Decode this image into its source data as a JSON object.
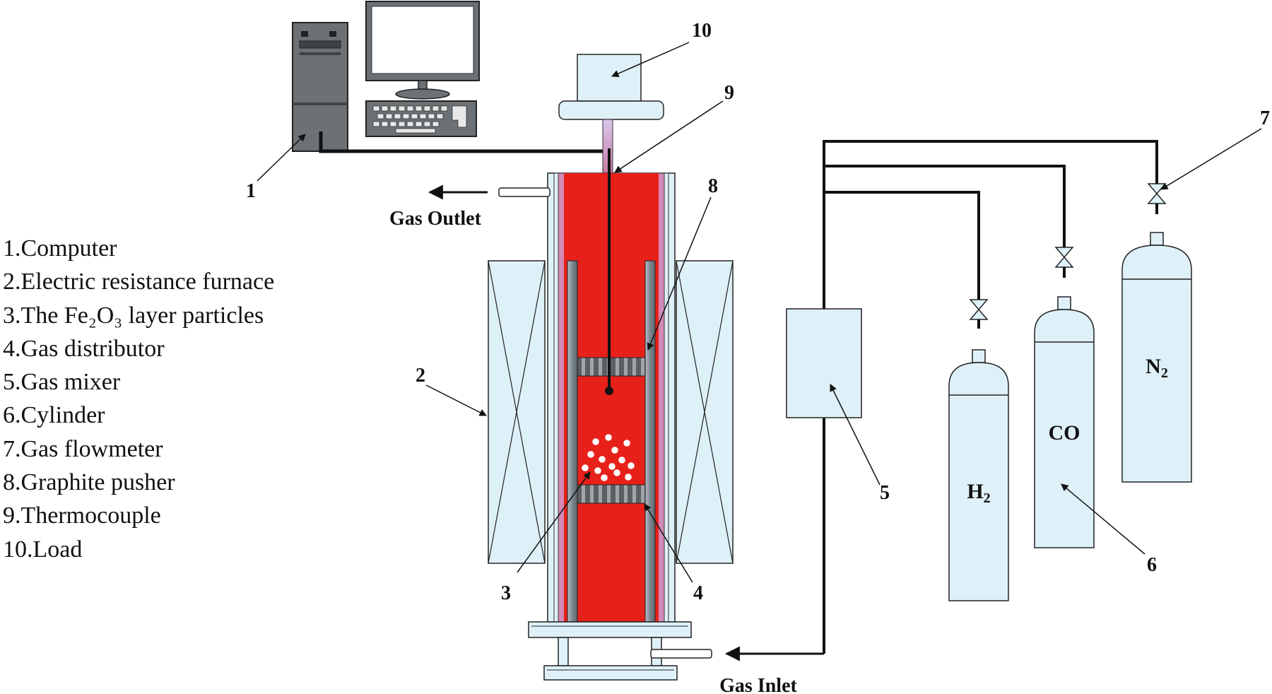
{
  "legend": [
    {
      "num": "1.",
      "text": "Computer"
    },
    {
      "num": "2.",
      "text": "Electric resistance furnace"
    },
    {
      "num": "3.",
      "text": "The Fe₂O₃ layer particles"
    },
    {
      "num": "4.",
      "text": "Gas distributor"
    },
    {
      "num": "5.",
      "text": "Gas mixer"
    },
    {
      "num": "6.",
      "text": "Cylinder"
    },
    {
      "num": "7.",
      "text": "Gas flowmeter"
    },
    {
      "num": "8.",
      "text": "Graphite pusher"
    },
    {
      "num": "9.",
      "text": "Thermocouple"
    },
    {
      "num": "10.",
      "text": "Load"
    }
  ],
  "labels": {
    "gas_outlet": "Gas Outlet",
    "gas_inlet": "Gas Inlet",
    "n1": "1",
    "n2": "2",
    "n3": "3",
    "n4": "4",
    "n5": "5",
    "n6": "6",
    "n7": "7",
    "n8": "8",
    "n9": "9",
    "n10": "10"
  },
  "cylinders": {
    "h2": {
      "main": "H",
      "sub": "2"
    },
    "co": {
      "main": "CO",
      "sub": ""
    },
    "n2": {
      "main": "N",
      "sub": "2"
    }
  },
  "colors": {
    "reactor_red": "#e8201a",
    "light_blue": "#dff1f8",
    "steel": "#7d8a93",
    "computer": "#6e7377"
  }
}
